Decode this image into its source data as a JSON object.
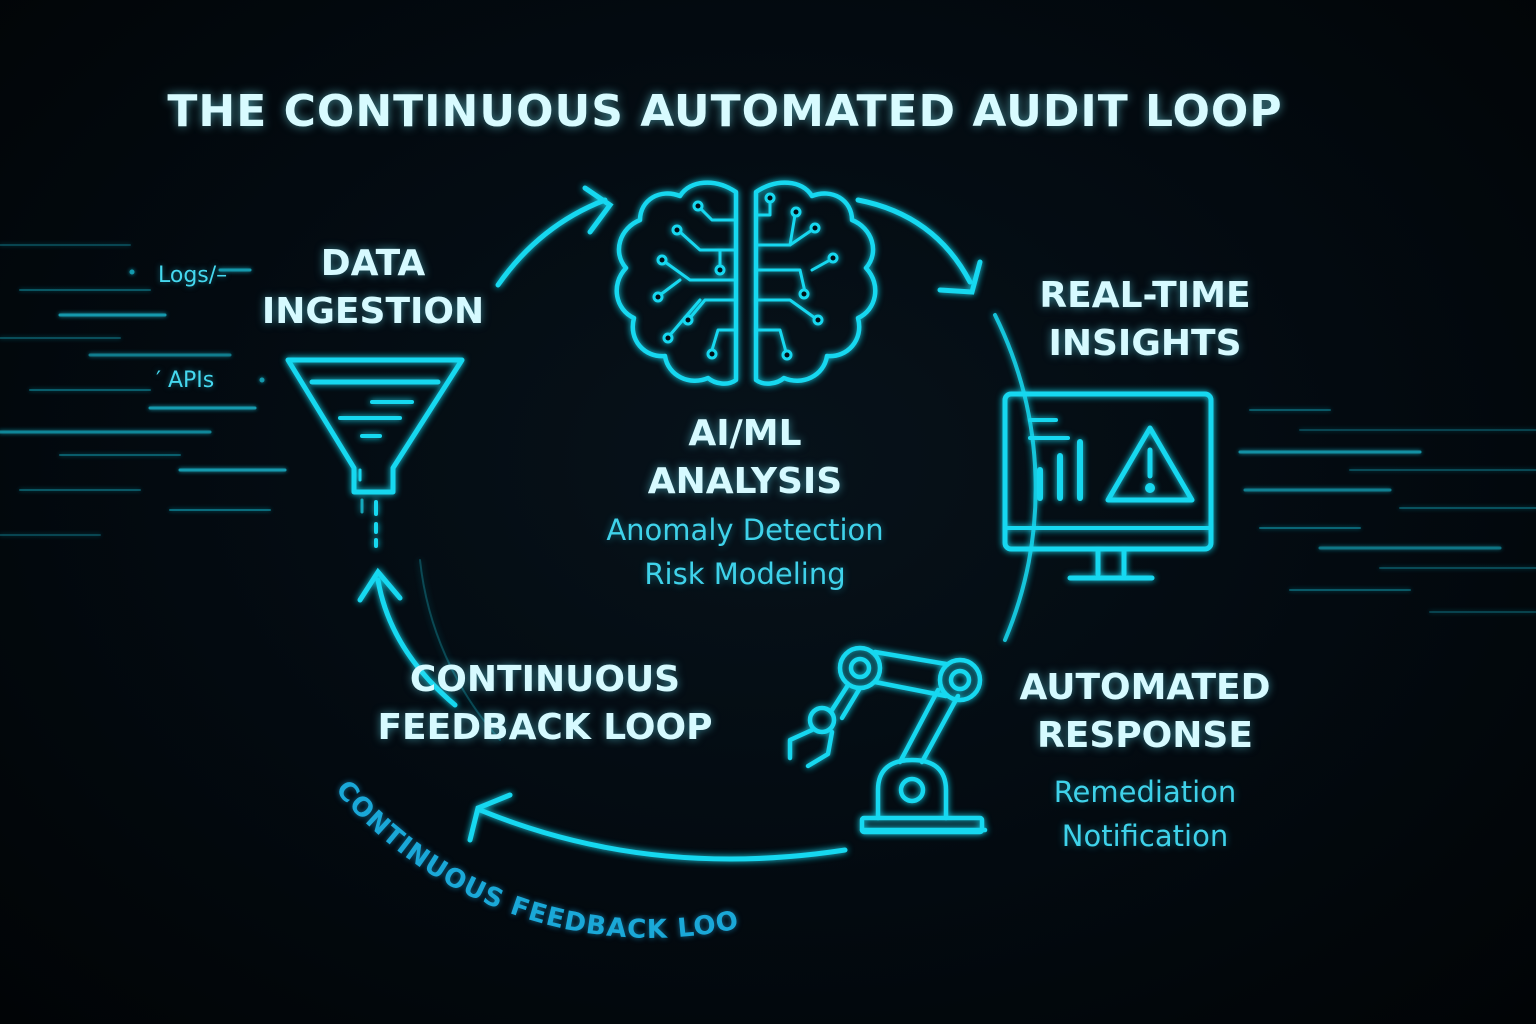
{
  "title": "THE CONTINUOUS AUTOMATED AUDIT LOOP",
  "stages": {
    "ingestion": {
      "line1": "DATA",
      "line2": "INGESTION",
      "icon": "funnel-icon"
    },
    "analysis": {
      "line1": "AI/ML",
      "line2": "ANALYSIS",
      "sub1": "Anomaly Detection",
      "sub2": "Risk Modeling",
      "icon": "brain-circuit-icon"
    },
    "insights": {
      "line1": "REAL-TIME",
      "line2": "INSIGHTS",
      "icon": "monitor-alert-icon"
    },
    "response": {
      "line1": "AUTOMATED",
      "line2": "RESPONSE",
      "sub1": "Remediation",
      "sub2": "Notification",
      "icon": "robotic-arm-icon"
    },
    "feedback": {
      "line1": "CONTINUOUS",
      "line2": "FEEDBACK LOOP"
    }
  },
  "sources": {
    "logs": "Logs/–",
    "apis": "′ APIs"
  },
  "curved_label": "CONTINUOUS FEEDBACK LOOP",
  "colors": {
    "accent": "#19d8f0",
    "text": "#d6faff",
    "background": "#020810"
  }
}
